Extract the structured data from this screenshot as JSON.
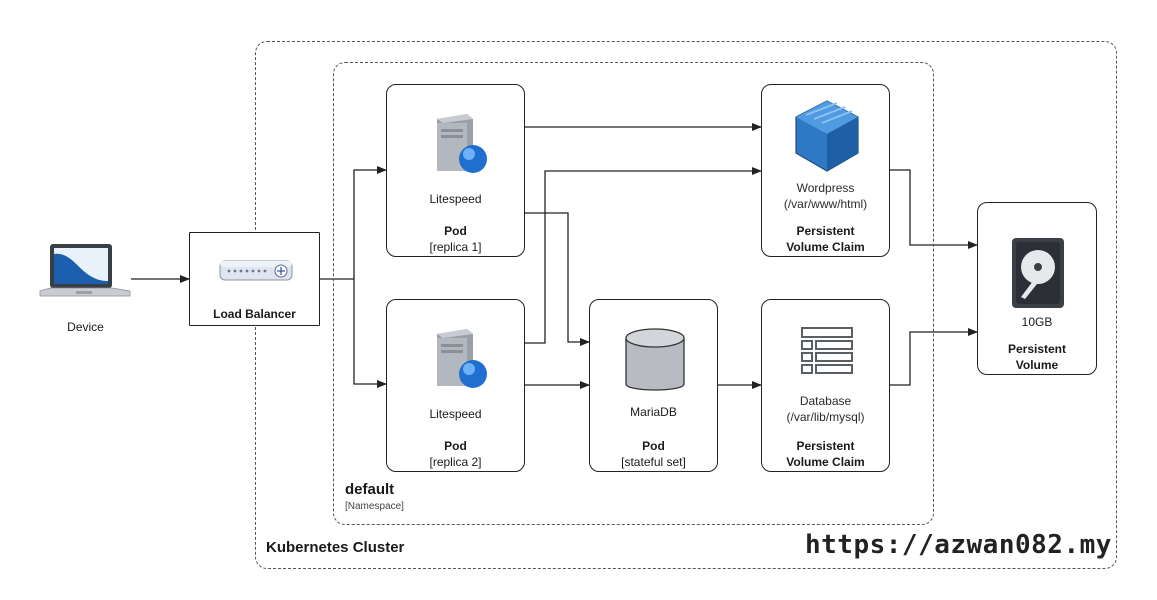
{
  "cluster": {
    "title": "Kubernetes Cluster"
  },
  "namespace": {
    "title": "default",
    "subtitle": "[Namespace]"
  },
  "device": {
    "label": "Device"
  },
  "load_balancer": {
    "label": "Load Balancer"
  },
  "pod1": {
    "app": "Litespeed",
    "title": "Pod",
    "subtitle": "[replica 1]"
  },
  "pod2": {
    "app": "Litespeed",
    "title": "Pod",
    "subtitle": "[replica 2]"
  },
  "mariadb": {
    "app": "MariaDB",
    "title": "Pod",
    "subtitle": "[stateful set]"
  },
  "pvc_wp": {
    "line1": "Wordpress",
    "line2": "(/var/www/html)",
    "title1": "Persistent",
    "title2": "Volume Claim"
  },
  "pvc_db": {
    "line1": "Database",
    "line2": "(/var/lib/mysql)",
    "title1": "Persistent",
    "title2": "Volume Claim"
  },
  "pv": {
    "size": "10GB",
    "title1": "Persistent",
    "title2": "Volume"
  },
  "watermark": "https://azwan082.my",
  "colors": {
    "line": "#222222",
    "accent_blue": "#2a6fd6",
    "server_gray": "#9aa0a8",
    "db_gray": "#b8bcc2"
  }
}
